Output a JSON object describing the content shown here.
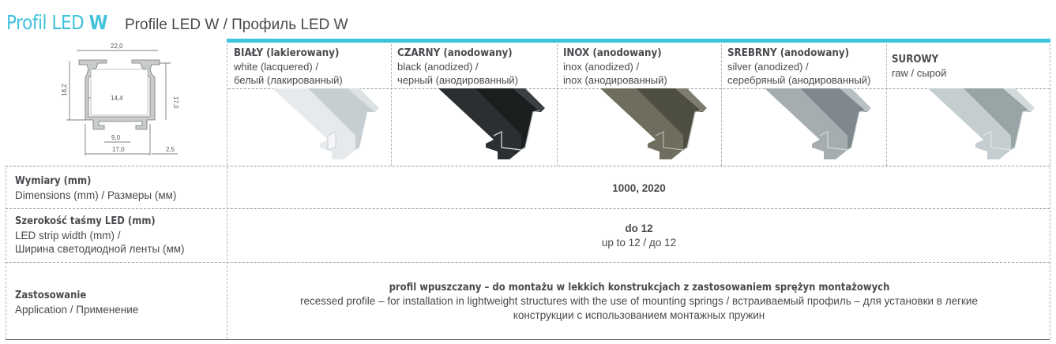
{
  "header": {
    "brand_prefix": "Profil LED ",
    "brand_letter": "W",
    "subtitle": "Profile LED W / Профиль LED W",
    "accent_color": "#3fc3dc"
  },
  "drawing": {
    "icon": "profile-cross-section-drawing",
    "dimensions": {
      "top_width": "22,0",
      "left_height": "18,2",
      "right_height": "17,0",
      "inner_width": "14,4",
      "bottom_gap": "9,0",
      "bottom_width": "17,0",
      "flange": "2,5"
    }
  },
  "columns": [
    {
      "name_pl": "BIAŁY (lakierowany)",
      "name_en": "white (lacquered) /",
      "name_ru": "белый (лакированный)",
      "image": "white-profile-image",
      "color": "#e4e8ea"
    },
    {
      "name_pl": "CZARNY (anodowany)",
      "name_en": "black (anodized) /",
      "name_ru": "черный (анодированный)",
      "image": "black-profile-image",
      "color": "#23272a"
    },
    {
      "name_pl": "INOX (anodowany)",
      "name_en": "inox (anodized) /",
      "name_ru": "inox (анодированный)",
      "image": "inox-profile-image",
      "color": "#6b6a5c"
    },
    {
      "name_pl": "SREBRNY (anodowany)",
      "name_en": "silver (anodized) /",
      "name_ru": "серебряный (анодированный)",
      "image": "silver-profile-image",
      "color": "#a9b2b6"
    },
    {
      "name_pl": "SUROWY",
      "name_en": "raw / сырой",
      "name_ru": "",
      "image": "raw-profile-image",
      "color": "#c2cbcd"
    }
  ],
  "rows": [
    {
      "label_pl": "Wymiary (mm)",
      "label_other": "Dimensions (mm) / Размеры (мм)",
      "label_other2": "",
      "value_main": "1000, 2020",
      "value_sub": "",
      "value_sub2": ""
    },
    {
      "label_pl": "Szerokość taśmy LED (mm)",
      "label_other": "LED strip width (mm) /",
      "label_other2": "Ширина светодиодной ленты (мм)",
      "value_main": "do 12",
      "value_sub": "up to 12 / до 12",
      "value_sub2": ""
    },
    {
      "label_pl": "Zastosowanie",
      "label_other": "Application / Применение",
      "label_other2": "",
      "value_main": "profil wpuszczany – do montażu w lekkich konstrukcjach z zastosowaniem sprężyn montażowych",
      "value_sub": "recessed profile – for installation in lightweight structures with the use of mounting springs / встраиваемый профиль – для установки в легкие",
      "value_sub2": "конструкции с использованием монтажных пружин"
    }
  ]
}
